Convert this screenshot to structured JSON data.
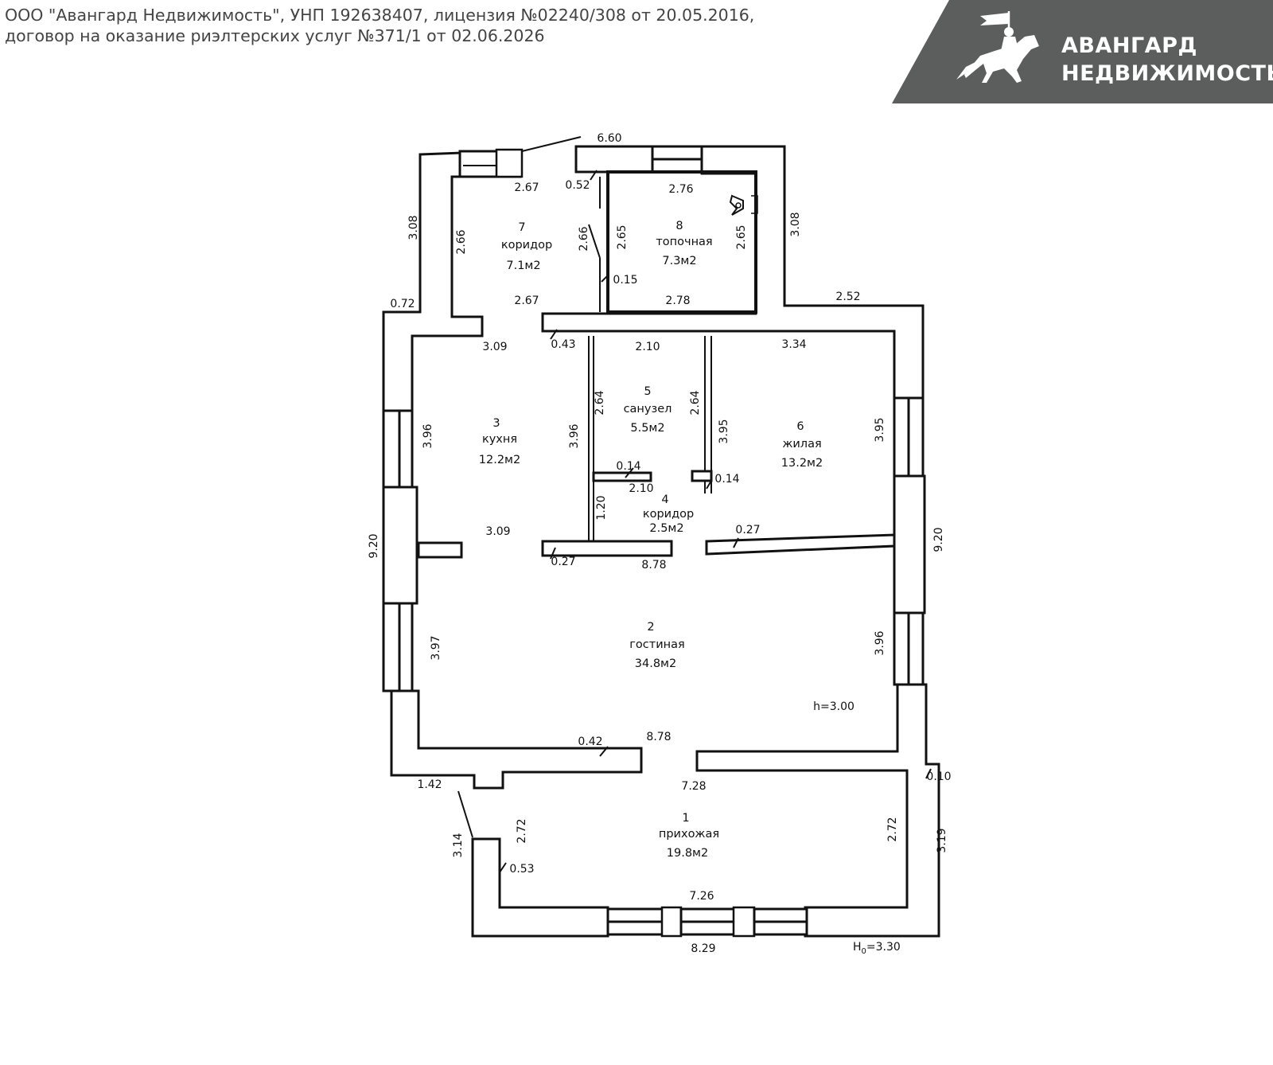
{
  "header": {
    "line1": "ООО \"Авангард Недвижимость\", УНП 192638407, лицензия №02240/308 от 20.05.2016,",
    "line2": "договор на оказание риэлтерских услуг №371/1 от 02.06.2026"
  },
  "logo": {
    "line1": "АВАНГАРД",
    "line2": "НЕДВИЖИМОСТЬ",
    "icon": "knight-on-horse-icon",
    "background_color": "#5b5e5c",
    "text_color": "#ffffff"
  },
  "rooms": [
    {
      "number": "1",
      "name": "прихожая",
      "area": "19.8м2"
    },
    {
      "number": "2",
      "name": "гостиная",
      "area": "34.8м2"
    },
    {
      "number": "3",
      "name": "кухня",
      "area": "12.2м2"
    },
    {
      "number": "4",
      "name": "коридор",
      "area": "2.5м2"
    },
    {
      "number": "5",
      "name": "санузел",
      "area": "5.5м2"
    },
    {
      "number": "6",
      "name": "жилая",
      "area": "13.2м2"
    },
    {
      "number": "7",
      "name": "коридор",
      "area": "7.1м2"
    },
    {
      "number": "8",
      "name": "топочная",
      "area": "7.3м2"
    }
  ],
  "dimensions": {
    "top_width": "6.60",
    "r7_top": "2.67",
    "r7_bottom": "2.67",
    "r7_left": "2.66",
    "r7_door_side": "2.66",
    "r8_door": "0.52",
    "r8_top": "2.76",
    "r8_bottom": "2.78",
    "r8_left": "2.65",
    "r8_right": "2.65",
    "r8_wall": "0.15",
    "outer_left_top": "3.08",
    "outer_right_top": "3.08",
    "left_ledge": "0.72",
    "right_ledge": "2.52",
    "kitchen_top": "3.09",
    "kitchen_bottom": "3.09",
    "kitchen_left": "3.96",
    "kitchen_right": "3.96",
    "wall_043": "0.43",
    "bath_top": "2.10",
    "bath_left": "2.64",
    "bath_right": "2.64",
    "bath_wall_014a": "0.14",
    "bath_wall_014b": "0.14",
    "corr4_width": "2.10",
    "corr4_height": "1.20",
    "r6_top": "3.34",
    "r6_left": "3.95",
    "r6_right": "3.95",
    "left_total": "9.20",
    "right_total": "9.20",
    "wall_027a": "0.27",
    "wall_027b": "0.27",
    "living_top": "8.78",
    "living_bottom": "8.78",
    "living_left": "3.97",
    "living_right": "3.96",
    "ceiling_height": "h=3.00",
    "wall_042": "0.42",
    "ledge_142": "1.42",
    "hall_top": "7.28",
    "hall_bottom": "7.26",
    "hall_left": "2.72",
    "hall_right": "2.72",
    "wall_053": "0.53",
    "outer_314": "3.14",
    "outer_319": "3.19",
    "wall_010": "0.10",
    "outer_bottom": "8.29",
    "outer_height": "H",
    "outer_height_sub": "0",
    "outer_height_val": "=3.30"
  }
}
